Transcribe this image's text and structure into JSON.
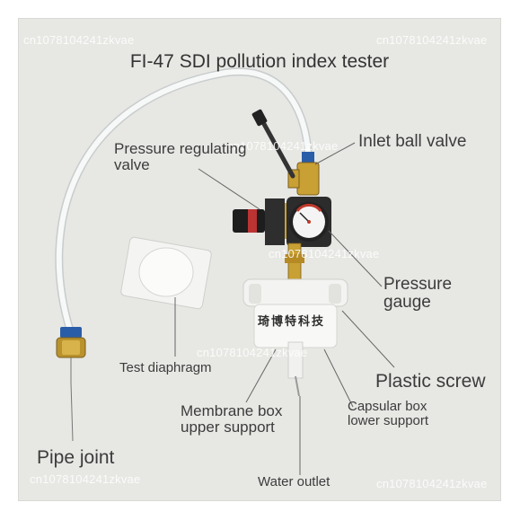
{
  "title": "FI-47 SDI pollution index tester",
  "watermark": "cn1078104241zkvae",
  "brand_text": "琦博特科技",
  "labels": {
    "pressure_regulating_valve": "Pressure regulating valve",
    "inlet_ball_valve": "Inlet ball valve",
    "pressure_gauge": "Pressure gauge",
    "plastic_screw": "Plastic screw",
    "test_diaphragm": "Test diaphragm",
    "membrane_box_upper_support": "Membrane box upper support",
    "capsular_box_lower_support": "Capsular box lower support",
    "pipe_joint": "Pipe joint",
    "water_outlet": "Water outlet"
  },
  "colors": {
    "background": "#e7e7e4",
    "text": "#3c3c3c",
    "watermark": "#ffffff",
    "brass": "#c9a033",
    "gauge_red": "#c0392b",
    "tube": "#f4f6f6"
  }
}
